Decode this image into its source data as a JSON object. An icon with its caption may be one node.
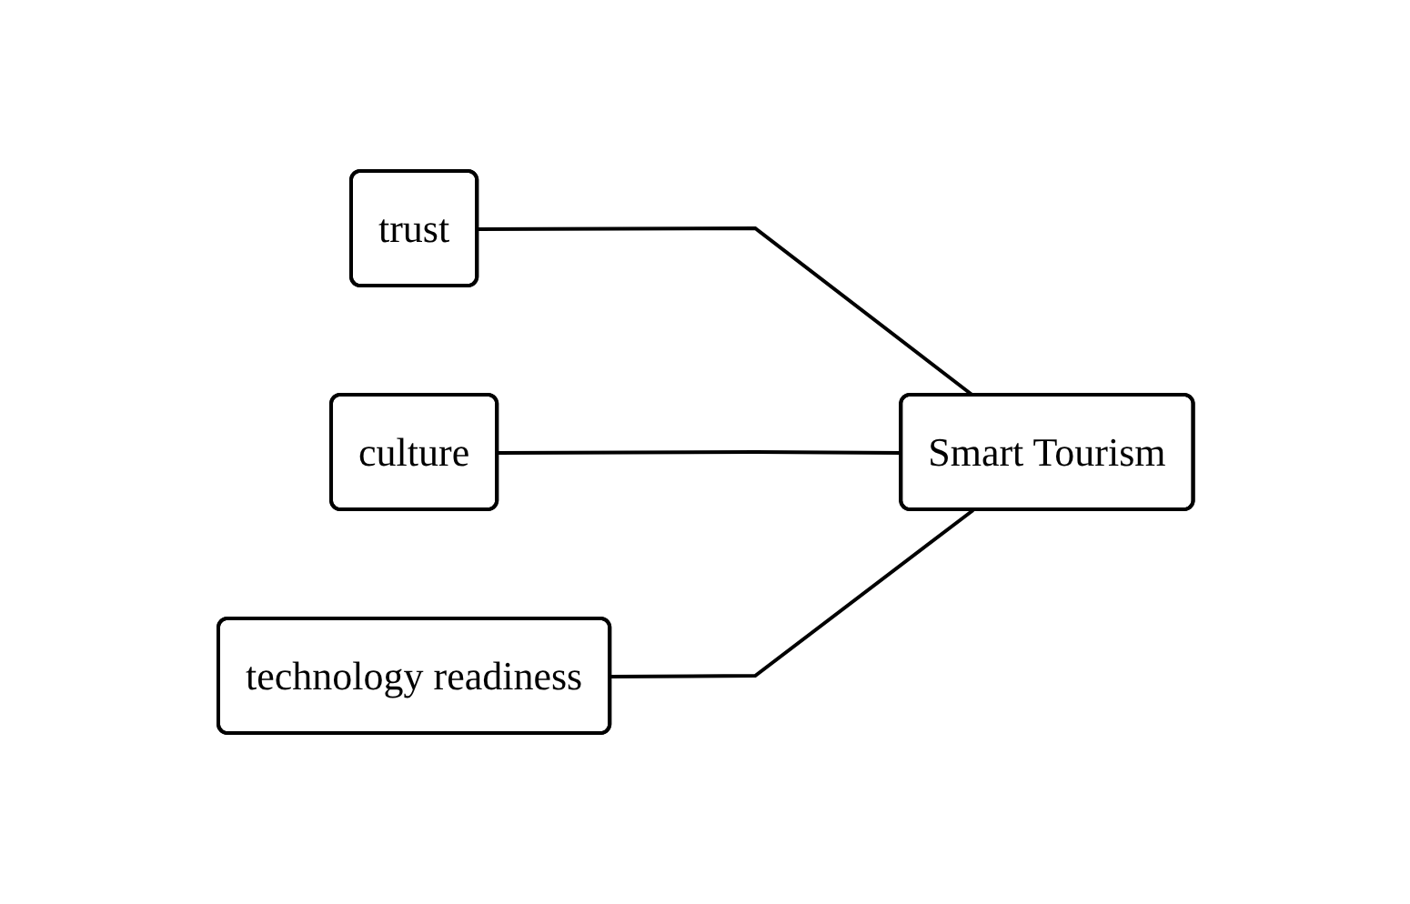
{
  "diagram": {
    "nodes": [
      {
        "text": [
          "trust"
        ]
      },
      {
        "text": [
          "culture"
        ]
      },
      {
        "text": [
          "technology readiness"
        ]
      },
      {
        "text": [
          "Smart Tourism"
        ]
      }
    ],
    "edges": [
      {
        "from": 0,
        "to": 3,
        "arrow": "none"
      },
      {
        "from": 1,
        "to": 3,
        "arrow": "none"
      },
      {
        "from": 2,
        "to": 3,
        "arrow": "none"
      }
    ]
  }
}
